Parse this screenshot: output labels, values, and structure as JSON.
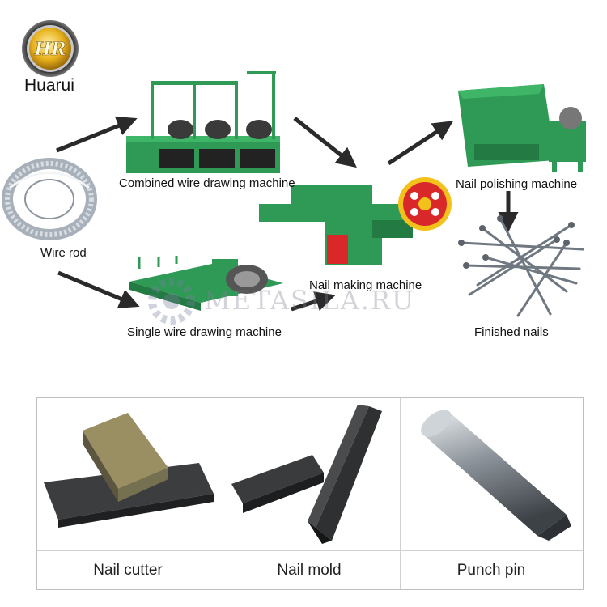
{
  "brand": {
    "name": "Huarui",
    "logo_text": "HR"
  },
  "watermark": "METASILA.RU",
  "stages": {
    "wire_rod": "Wire rod",
    "combined_drawing": "Combined wire drawing machine",
    "single_drawing": "Single wire drawing machine",
    "nail_making": "Nail making machine",
    "polishing": "Nail polishing machine",
    "finished": "Finished nails"
  },
  "parts": [
    {
      "label": "Nail cutter"
    },
    {
      "label": "Nail mold"
    },
    {
      "label": "Punch pin"
    }
  ],
  "colors": {
    "machine_green": "#2e9a55",
    "arrow": "#2a2a2a",
    "wheel_red": "#d8282a",
    "wheel_yellow": "#f2c21a"
  }
}
